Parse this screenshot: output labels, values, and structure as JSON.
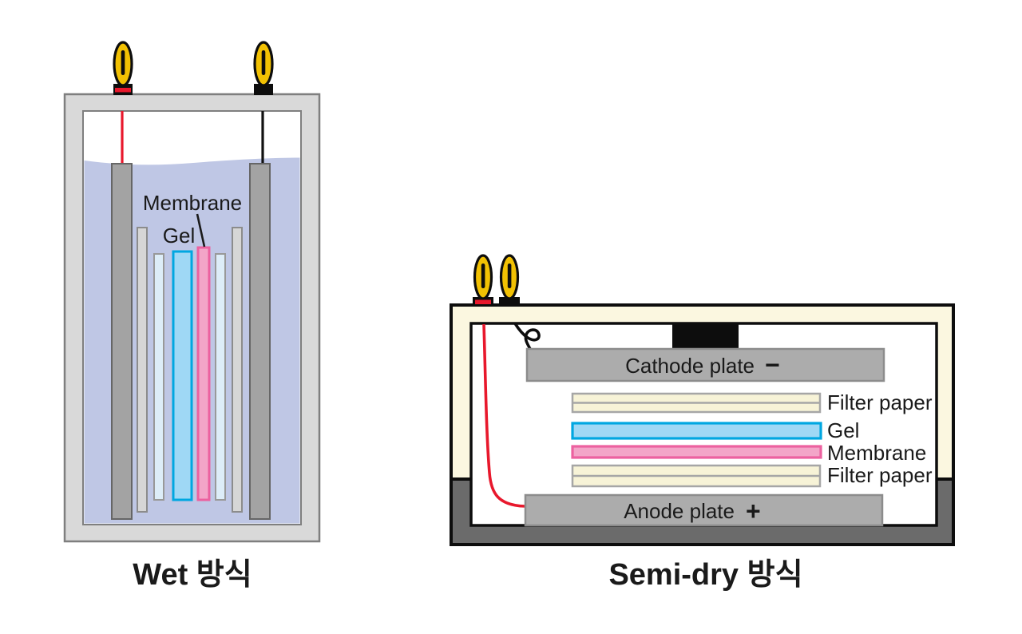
{
  "wet": {
    "caption": "Wet 방식",
    "membrane_label": "Membrane",
    "gel_label": "Gel"
  },
  "semi_dry": {
    "caption": "Semi-dry 방식",
    "cathode_label": "Cathode plate",
    "cathode_sign": "−",
    "anode_label": "Anode plate",
    "anode_sign": "+",
    "layers": [
      {
        "label": "Filter paper"
      },
      {
        "label": "Gel"
      },
      {
        "label": "Membrane"
      },
      {
        "label": "Filter paper"
      }
    ]
  },
  "colors": {
    "tank_frame": "#d9d9d9",
    "tank_stroke": "#7f7f7f",
    "liquid": "#bfc7e5",
    "electrode_plate_wet": "#a3a3a3",
    "sponge": "#d6d6d6",
    "filter_paper_wet": "#ddedf8",
    "gel_fill": "#9fd8f5",
    "gel_border": "#00a7e1",
    "membrane_fill": "#f3a5c8",
    "membrane_border": "#ec619f",
    "plug_yellow": "#f2c103",
    "wire_red": "#e8182c",
    "wire_black": "#111111",
    "cream_case": "#fbf7e0",
    "dark_base": "#6b6b6b",
    "plate_semi": "#acacac",
    "filter_paper_semi": "#f7f3d7",
    "minus_blue": "#1b75bc",
    "plus_red": "#ec1c24",
    "outline_black": "#0d0d0d"
  }
}
